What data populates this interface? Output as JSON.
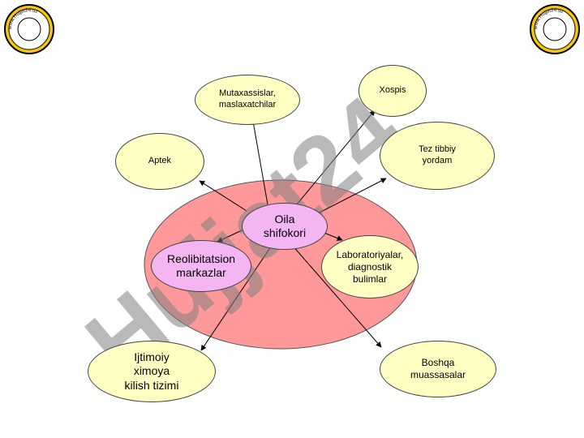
{
  "nodes": {
    "center": "Oila\nshifokori",
    "mutaxassislar": "Mutaxassislar,\nmaslaxatchilar",
    "xospis": "Xospis",
    "aptek": "Aptek",
    "tez_tibbiy": "Tez tibbiy\nyordam",
    "reolibitatsion": "Reolibitatsion\nmarkazlar",
    "laboratoriyalar": "Laboratoriyalar,\ndiagnostik\nbulimlar",
    "ijtimoiy": "Ijtimoiy\nximoya\nkilish tizimi",
    "boshqa": "Boshqa\nmuassasalar"
  },
  "watermark": "Hujjat24",
  "seal_text": "www.Hujjat24.uz",
  "colors": {
    "big_circle": "#ff9999",
    "yellow_node": "#ffffc4",
    "pink_node": "#f3b6f3",
    "watermark": "#808080",
    "watermark_accent": "#8a2be2"
  }
}
